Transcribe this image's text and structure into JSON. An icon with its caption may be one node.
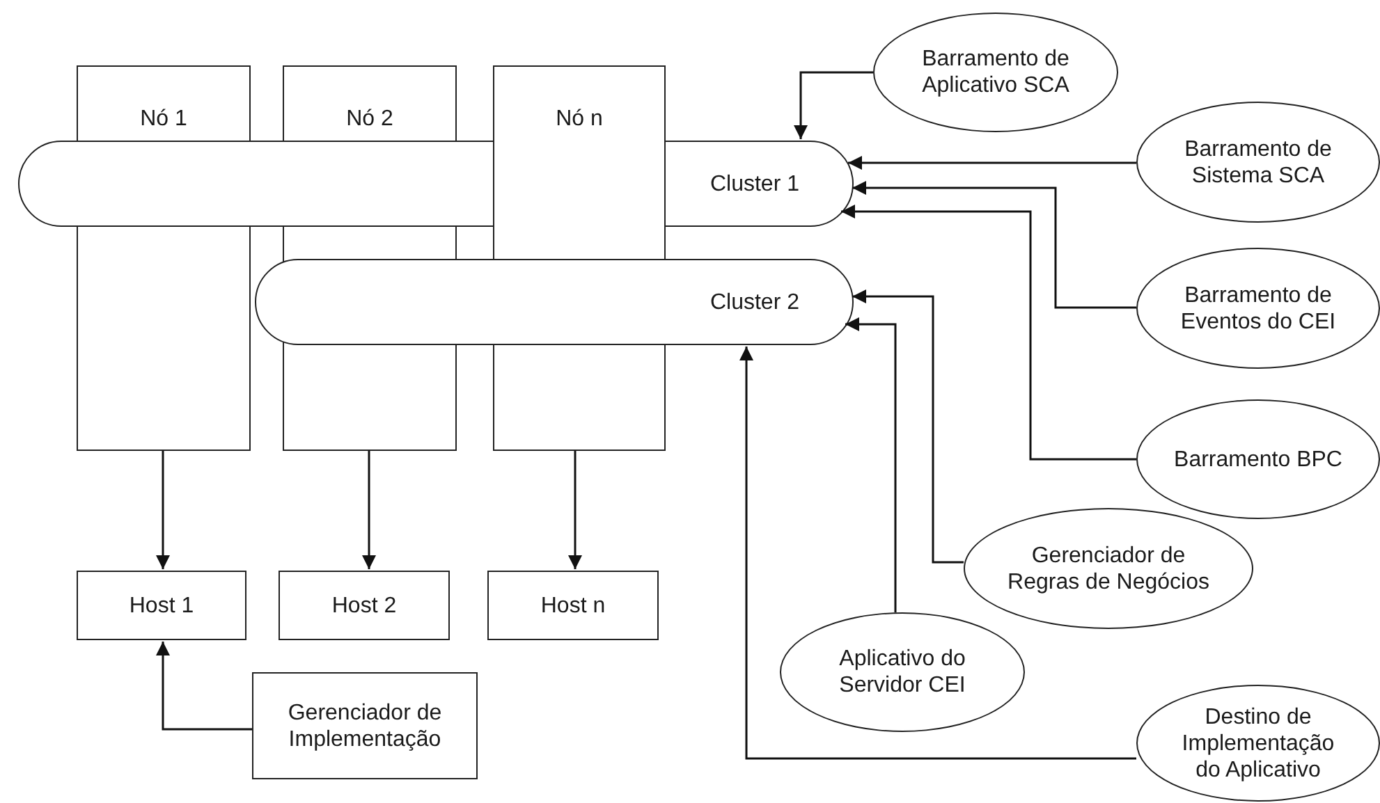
{
  "diagram": {
    "nodes": [
      {
        "text": [
          "Nó 1"
        ]
      },
      {
        "text": [
          "Nó 2"
        ]
      },
      {
        "text": [
          "Nó n"
        ]
      },
      {
        "text": [
          "Barramento de Aplicativo SCA"
        ]
      },
      {
        "text": [
          "Cluster 1"
        ]
      },
      {
        "text": [
          "Barramento de Sistema SCA"
        ]
      },
      {
        "text": [
          "Cluster 2"
        ]
      },
      {
        "text": [
          "Barramento de Eventos do CEI"
        ]
      },
      {
        "text": [
          "Barramento BPC"
        ]
      },
      {
        "text": [
          "Gerenciador de Regras de Negócios"
        ]
      },
      {
        "text": [
          "Host 1"
        ]
      },
      {
        "text": [
          "Host 2"
        ]
      },
      {
        "text": [
          "Host n"
        ]
      },
      {
        "text": [
          "Aplicativo do Servidor CEI"
        ]
      },
      {
        "text": [
          "Gerenciador de Implementação"
        ]
      },
      {
        "text": [
          "Destino de Implementação do Aplicativo"
        ]
      }
    ],
    "edges": [
      {
        "from": 0,
        "to": 10,
        "arrow": "to"
      },
      {
        "from": 1,
        "to": 11,
        "arrow": "to"
      },
      {
        "from": 2,
        "to": 12,
        "arrow": "to"
      },
      {
        "from": 3,
        "to": 4,
        "arrow": "to"
      },
      {
        "from": 5,
        "to": 4,
        "arrow": "to"
      },
      {
        "from": 7,
        "to": 4,
        "arrow": "to"
      },
      {
        "from": 8,
        "to": 4,
        "arrow": "to"
      },
      {
        "from": 9,
        "to": 6,
        "arrow": "to"
      },
      {
        "from": 13,
        "to": 6,
        "arrow": "to"
      },
      {
        "from": 15,
        "to": 6,
        "arrow": "to"
      },
      {
        "from": 14,
        "to": 10,
        "arrow": "to"
      }
    ]
  }
}
